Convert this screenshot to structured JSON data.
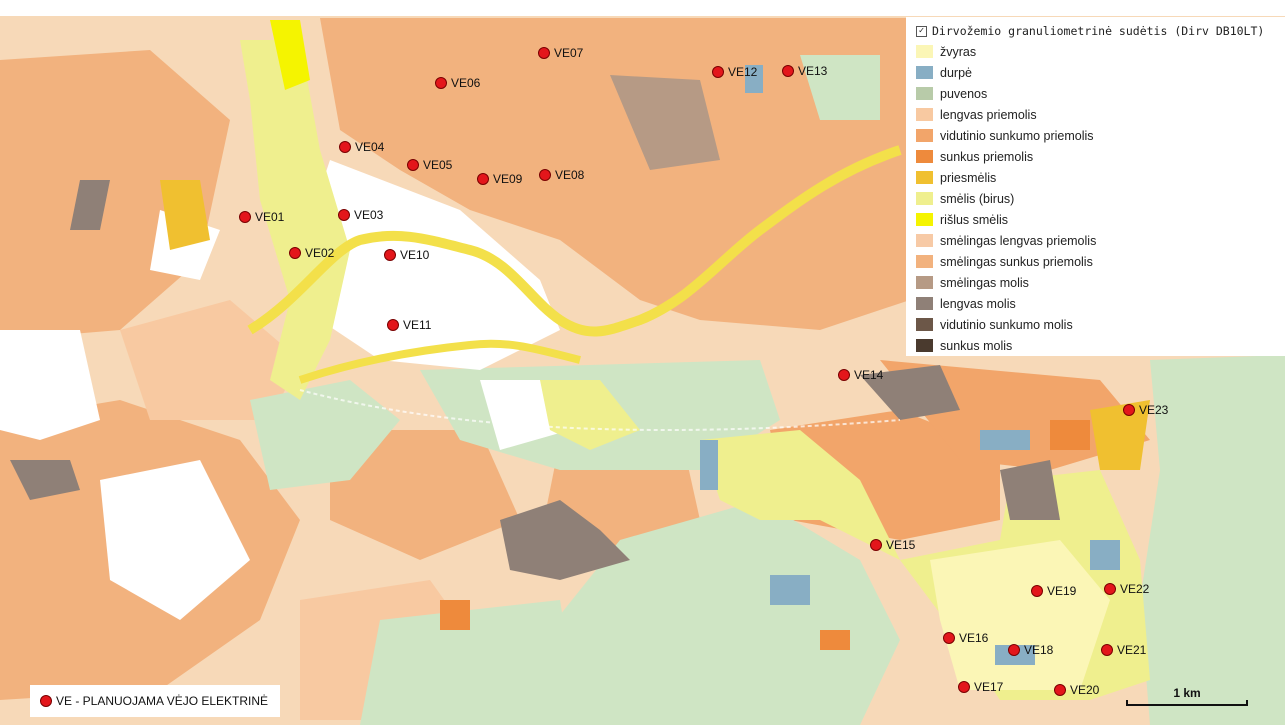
{
  "colors": {
    "base": "#f7d9b8",
    "vidutinio_priemolis": "#f2b27e",
    "forest": "#cfe5c4",
    "white": "#ffffff",
    "zvyras": "#fbf6b6",
    "durpe": "#88aec4",
    "puvenos": "#b8cba9",
    "lengvas_priemolis": "#f8c9a1",
    "sunkus_priemolis": "#ee8a3c",
    "priesmelis": "#f0c030",
    "smelis": "#efef8e",
    "rislus_smelis": "#f5f400",
    "smelingas_lengvas_priemolis": "#f7caa6",
    "smelingas_sunkus_priemolis": "#f2b27e",
    "smelingas_molis": "#b69a85",
    "lengvas_molis": "#8f8077",
    "vidutinio_molis": "#6c5748",
    "sunkus_molis": "#4a3a2e",
    "marker_fill": "#e3161b",
    "river": "#f3e04a"
  },
  "legend": {
    "title": "Dirvožemio granuliometrinė sudėtis (Dirv DB10LT)",
    "items": [
      {
        "label": "žvyras",
        "color": "#fbf6b6"
      },
      {
        "label": "durpė",
        "color": "#88aec4"
      },
      {
        "label": "puvenos",
        "color": "#b8cba9"
      },
      {
        "label": "lengvas priemolis",
        "color": "#f8c9a1"
      },
      {
        "label": "vidutinio sunkumo priemolis",
        "color": "#f2a56a"
      },
      {
        "label": "sunkus priemolis",
        "color": "#ee8a3c"
      },
      {
        "label": "priesmėlis",
        "color": "#f0c030"
      },
      {
        "label": "smėlis (birus)",
        "color": "#efef8e"
      },
      {
        "label": "rišlus smėlis",
        "color": "#f5f400"
      },
      {
        "label": "smėlingas lengvas priemolis",
        "color": "#f7caa6"
      },
      {
        "label": "smėlingas sunkus priemolis",
        "color": "#f2b27e"
      },
      {
        "label": "smėlingas molis",
        "color": "#b69a85"
      },
      {
        "label": "lengvas molis",
        "color": "#8f8077"
      },
      {
        "label": "vidutinio sunkumo molis",
        "color": "#6c5748"
      },
      {
        "label": "sunkus molis",
        "color": "#4a3a2e"
      }
    ]
  },
  "markers": [
    {
      "id": "VE01"
    },
    {
      "id": "VE02"
    },
    {
      "id": "VE03"
    },
    {
      "id": "VE04"
    },
    {
      "id": "VE05"
    },
    {
      "id": "VE06"
    },
    {
      "id": "VE07"
    },
    {
      "id": "VE08"
    },
    {
      "id": "VE09"
    },
    {
      "id": "VE10"
    },
    {
      "id": "VE11"
    },
    {
      "id": "VE12"
    },
    {
      "id": "VE13"
    },
    {
      "id": "VE14"
    },
    {
      "id": "VE15"
    },
    {
      "id": "VE16"
    },
    {
      "id": "VE17"
    },
    {
      "id": "VE18"
    },
    {
      "id": "VE19"
    },
    {
      "id": "VE20"
    },
    {
      "id": "VE21"
    },
    {
      "id": "VE22"
    },
    {
      "id": "VE23"
    }
  ],
  "note": {
    "text": "VE - PLANUOJAMA VĖJO ELEKTRINĖ"
  },
  "scale": {
    "label": "1 km"
  },
  "icons": {
    "legend_checkbox": "checkbox-checked-icon",
    "marker": "red-dot-icon"
  }
}
